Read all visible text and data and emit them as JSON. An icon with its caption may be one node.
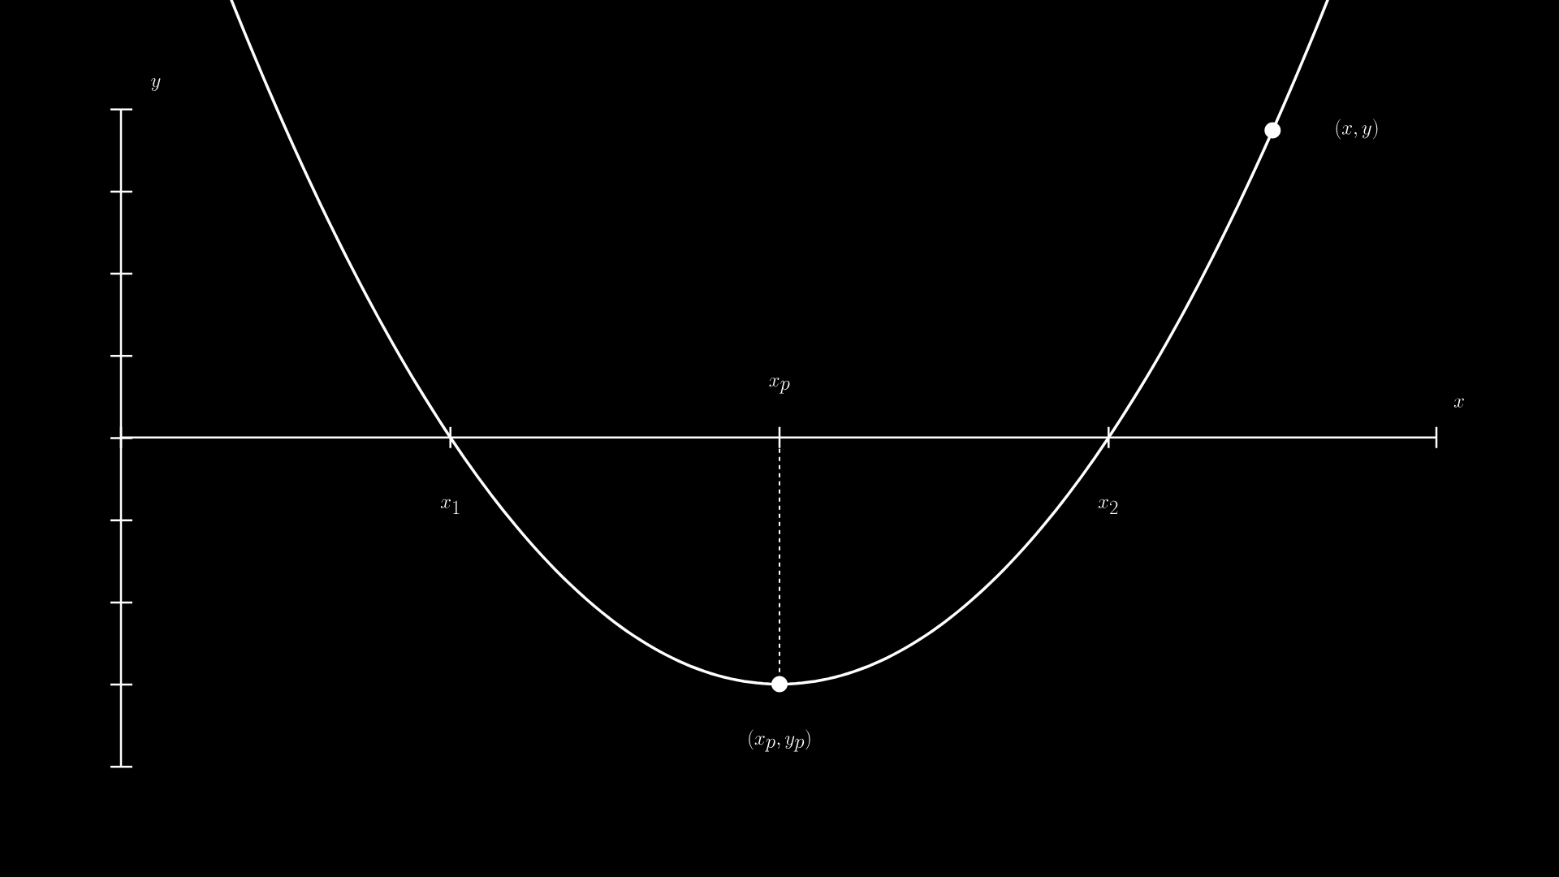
{
  "diagram": {
    "labels": [
      "y",
      "(x, y)",
      "x_p",
      "x",
      "x_1",
      "x_2",
      "(x_p, y_p)"
    ]
  }
}
